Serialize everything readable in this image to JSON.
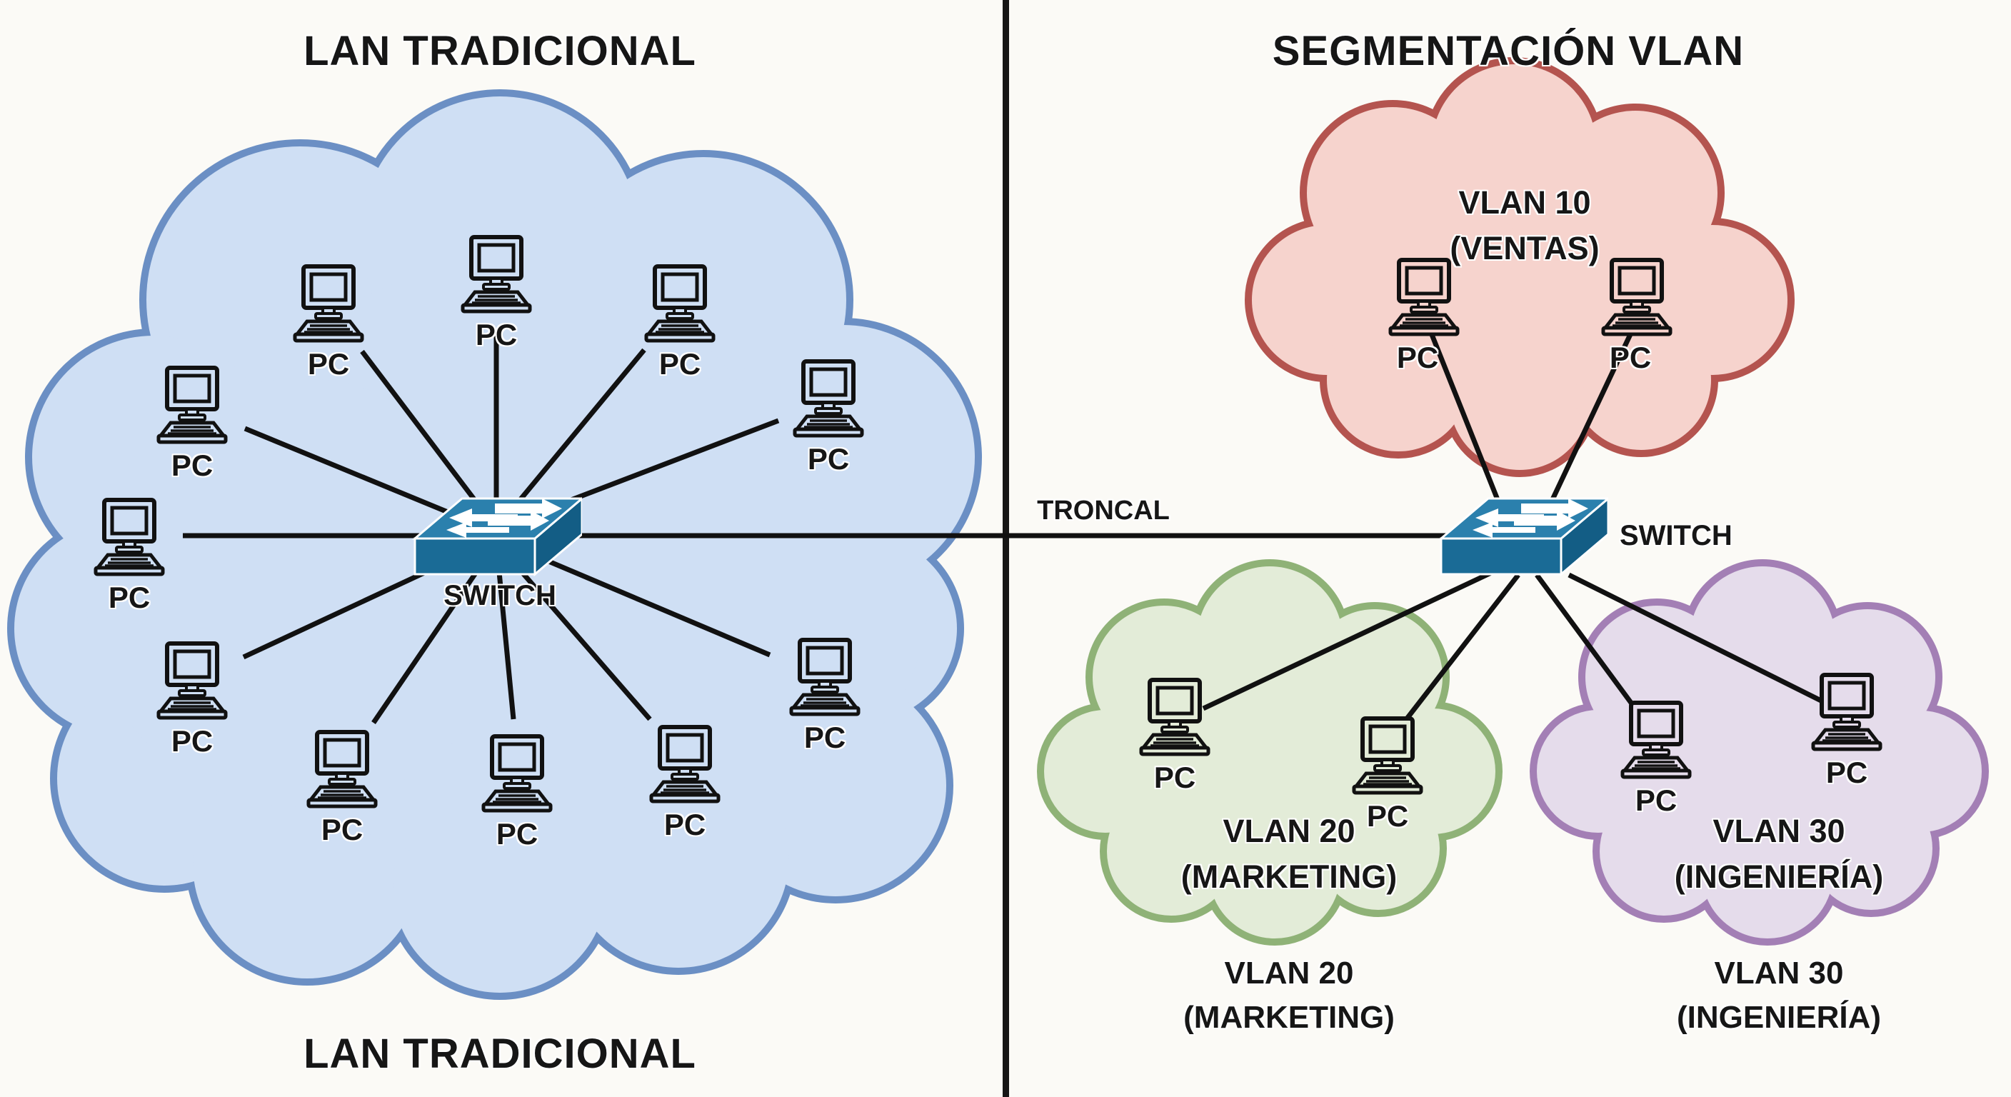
{
  "titles": {
    "left": "LAN TRADICIONAL",
    "right": "SEGMENTACIÓN VLAN",
    "left_footer": "LAN TRADICIONAL"
  },
  "labels": {
    "pc": "PC",
    "switch_left": "SWITCH",
    "switch_right": "SWITCH",
    "trunk": "TRONCAL"
  },
  "vlans": {
    "vlan10": {
      "name": "VLAN 10",
      "dept": "(VENTAS)"
    },
    "vlan20": {
      "name": "VLAN 20",
      "dept": "(MARKETING)"
    },
    "vlan30": {
      "name": "VLAN 30",
      "dept": "(INGENIERÍA)"
    }
  },
  "colors": {
    "background": "#fbfaf6",
    "ink": "#161616",
    "line": "#111111",
    "lan-fill": "#cfdff4",
    "lan-border": "#6b8fc4",
    "vlan10-fill": "#f6d3cd",
    "vlan10-border": "#b4544f",
    "vlan20-fill": "#e3ecd8",
    "vlan20-border": "#8fb277",
    "vlan30-fill": "#e5dceb",
    "vlan30-border": "#a37fb5",
    "switch-top": "#2b80ad",
    "switch-front": "#1a6b96",
    "switch-side": "#135d85"
  }
}
